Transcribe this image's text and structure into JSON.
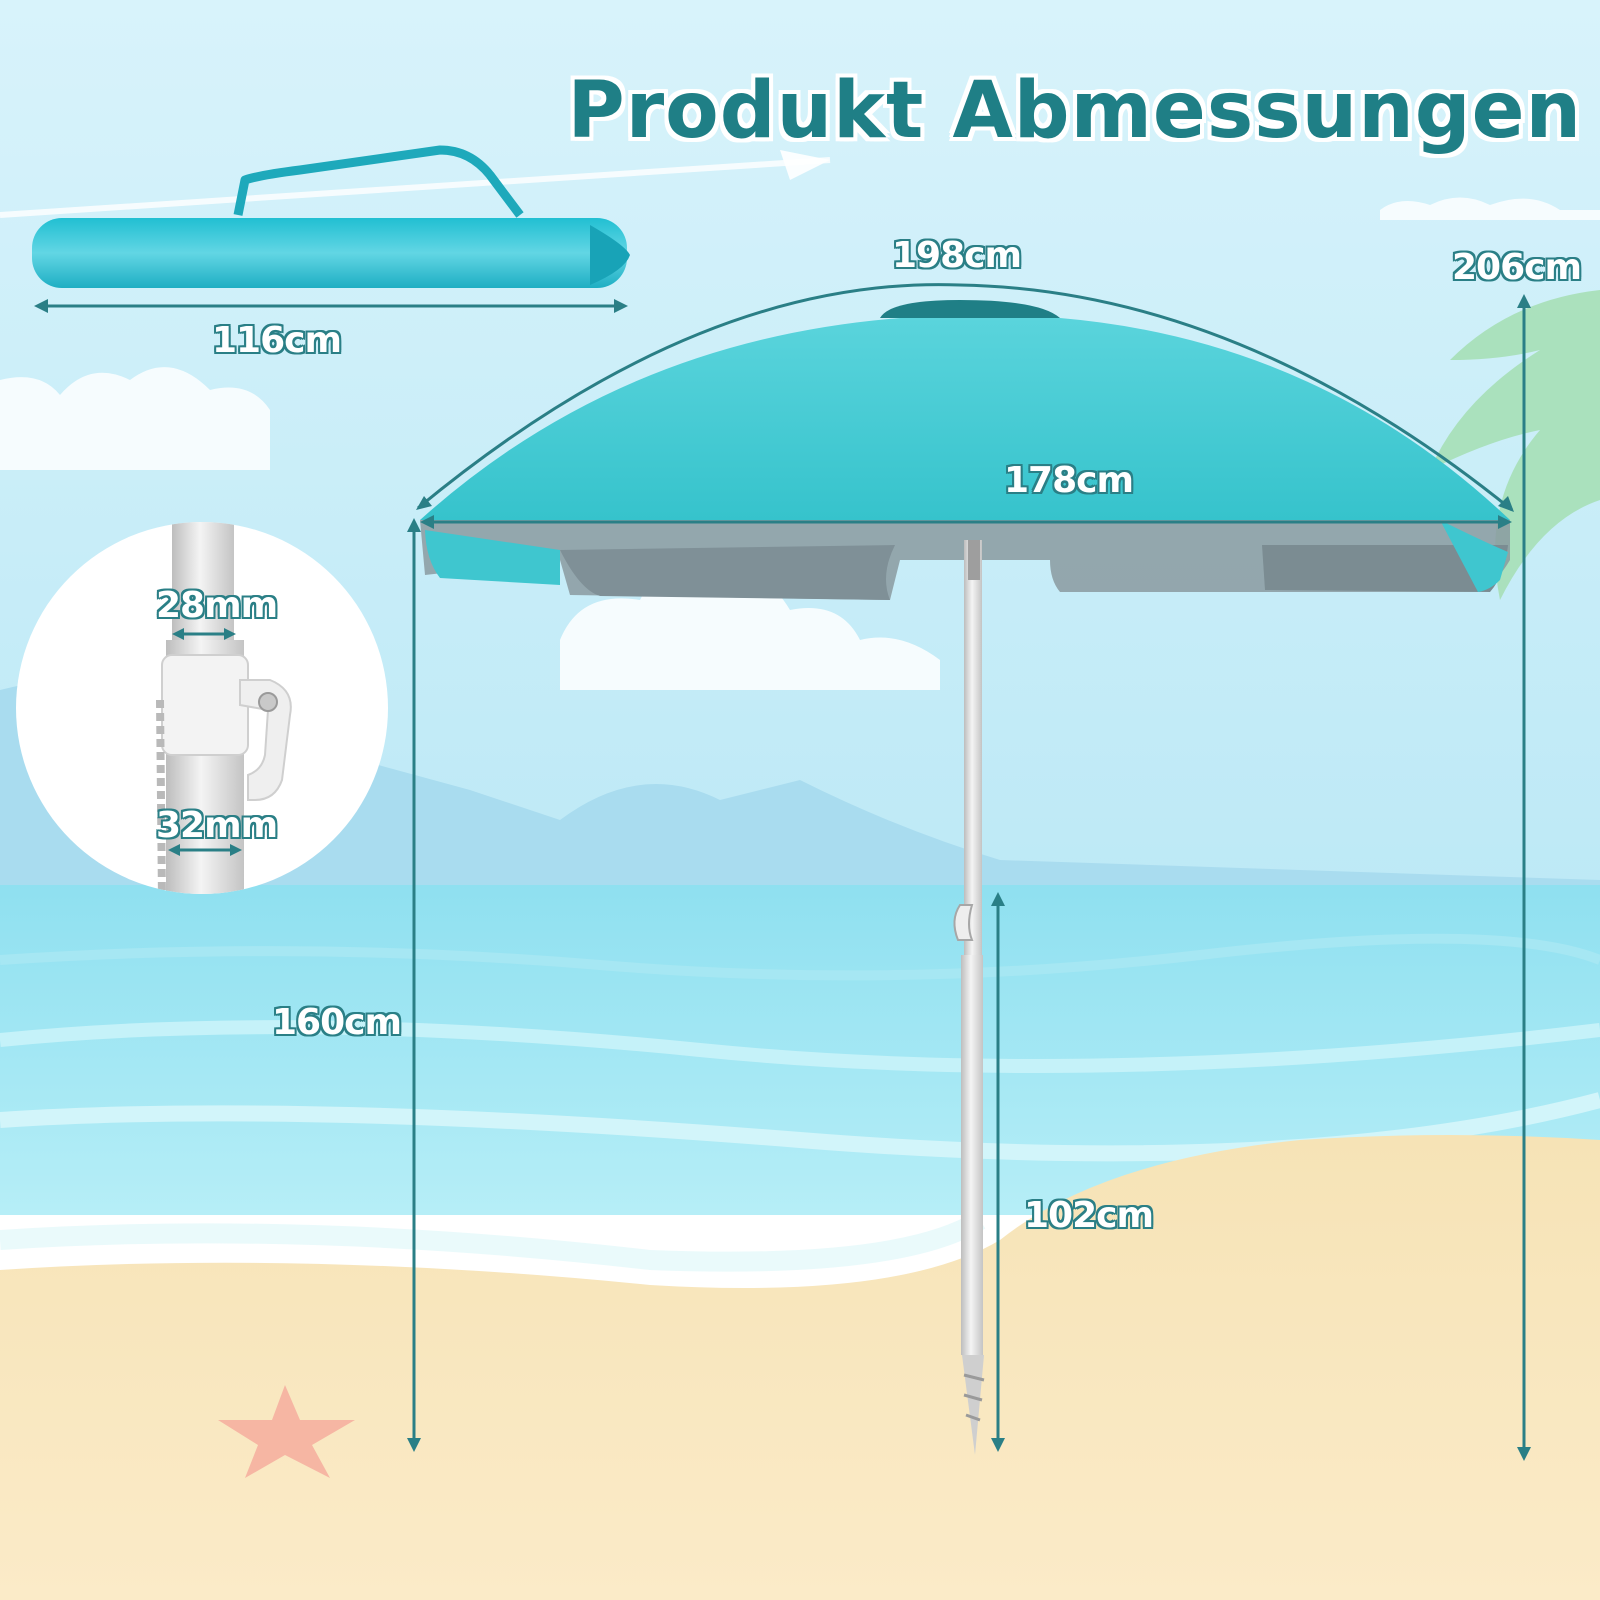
{
  "title": "Produkt Abmessungen",
  "dimensions": {
    "bag_length": "116cm",
    "arc_span": "198cm",
    "canopy_diameter": "178cm",
    "total_height": "206cm",
    "clearance_height": "160cm",
    "lower_pole_length": "102cm",
    "upper_pole_diameter": "28mm",
    "lower_pole_diameter": "32mm"
  },
  "colors": {
    "accent": "#2a7f86",
    "canopy": "#3fc6cf",
    "sky": "#c8eef8",
    "sea": "#7fd9ec",
    "sand": "#f5dfb1"
  }
}
